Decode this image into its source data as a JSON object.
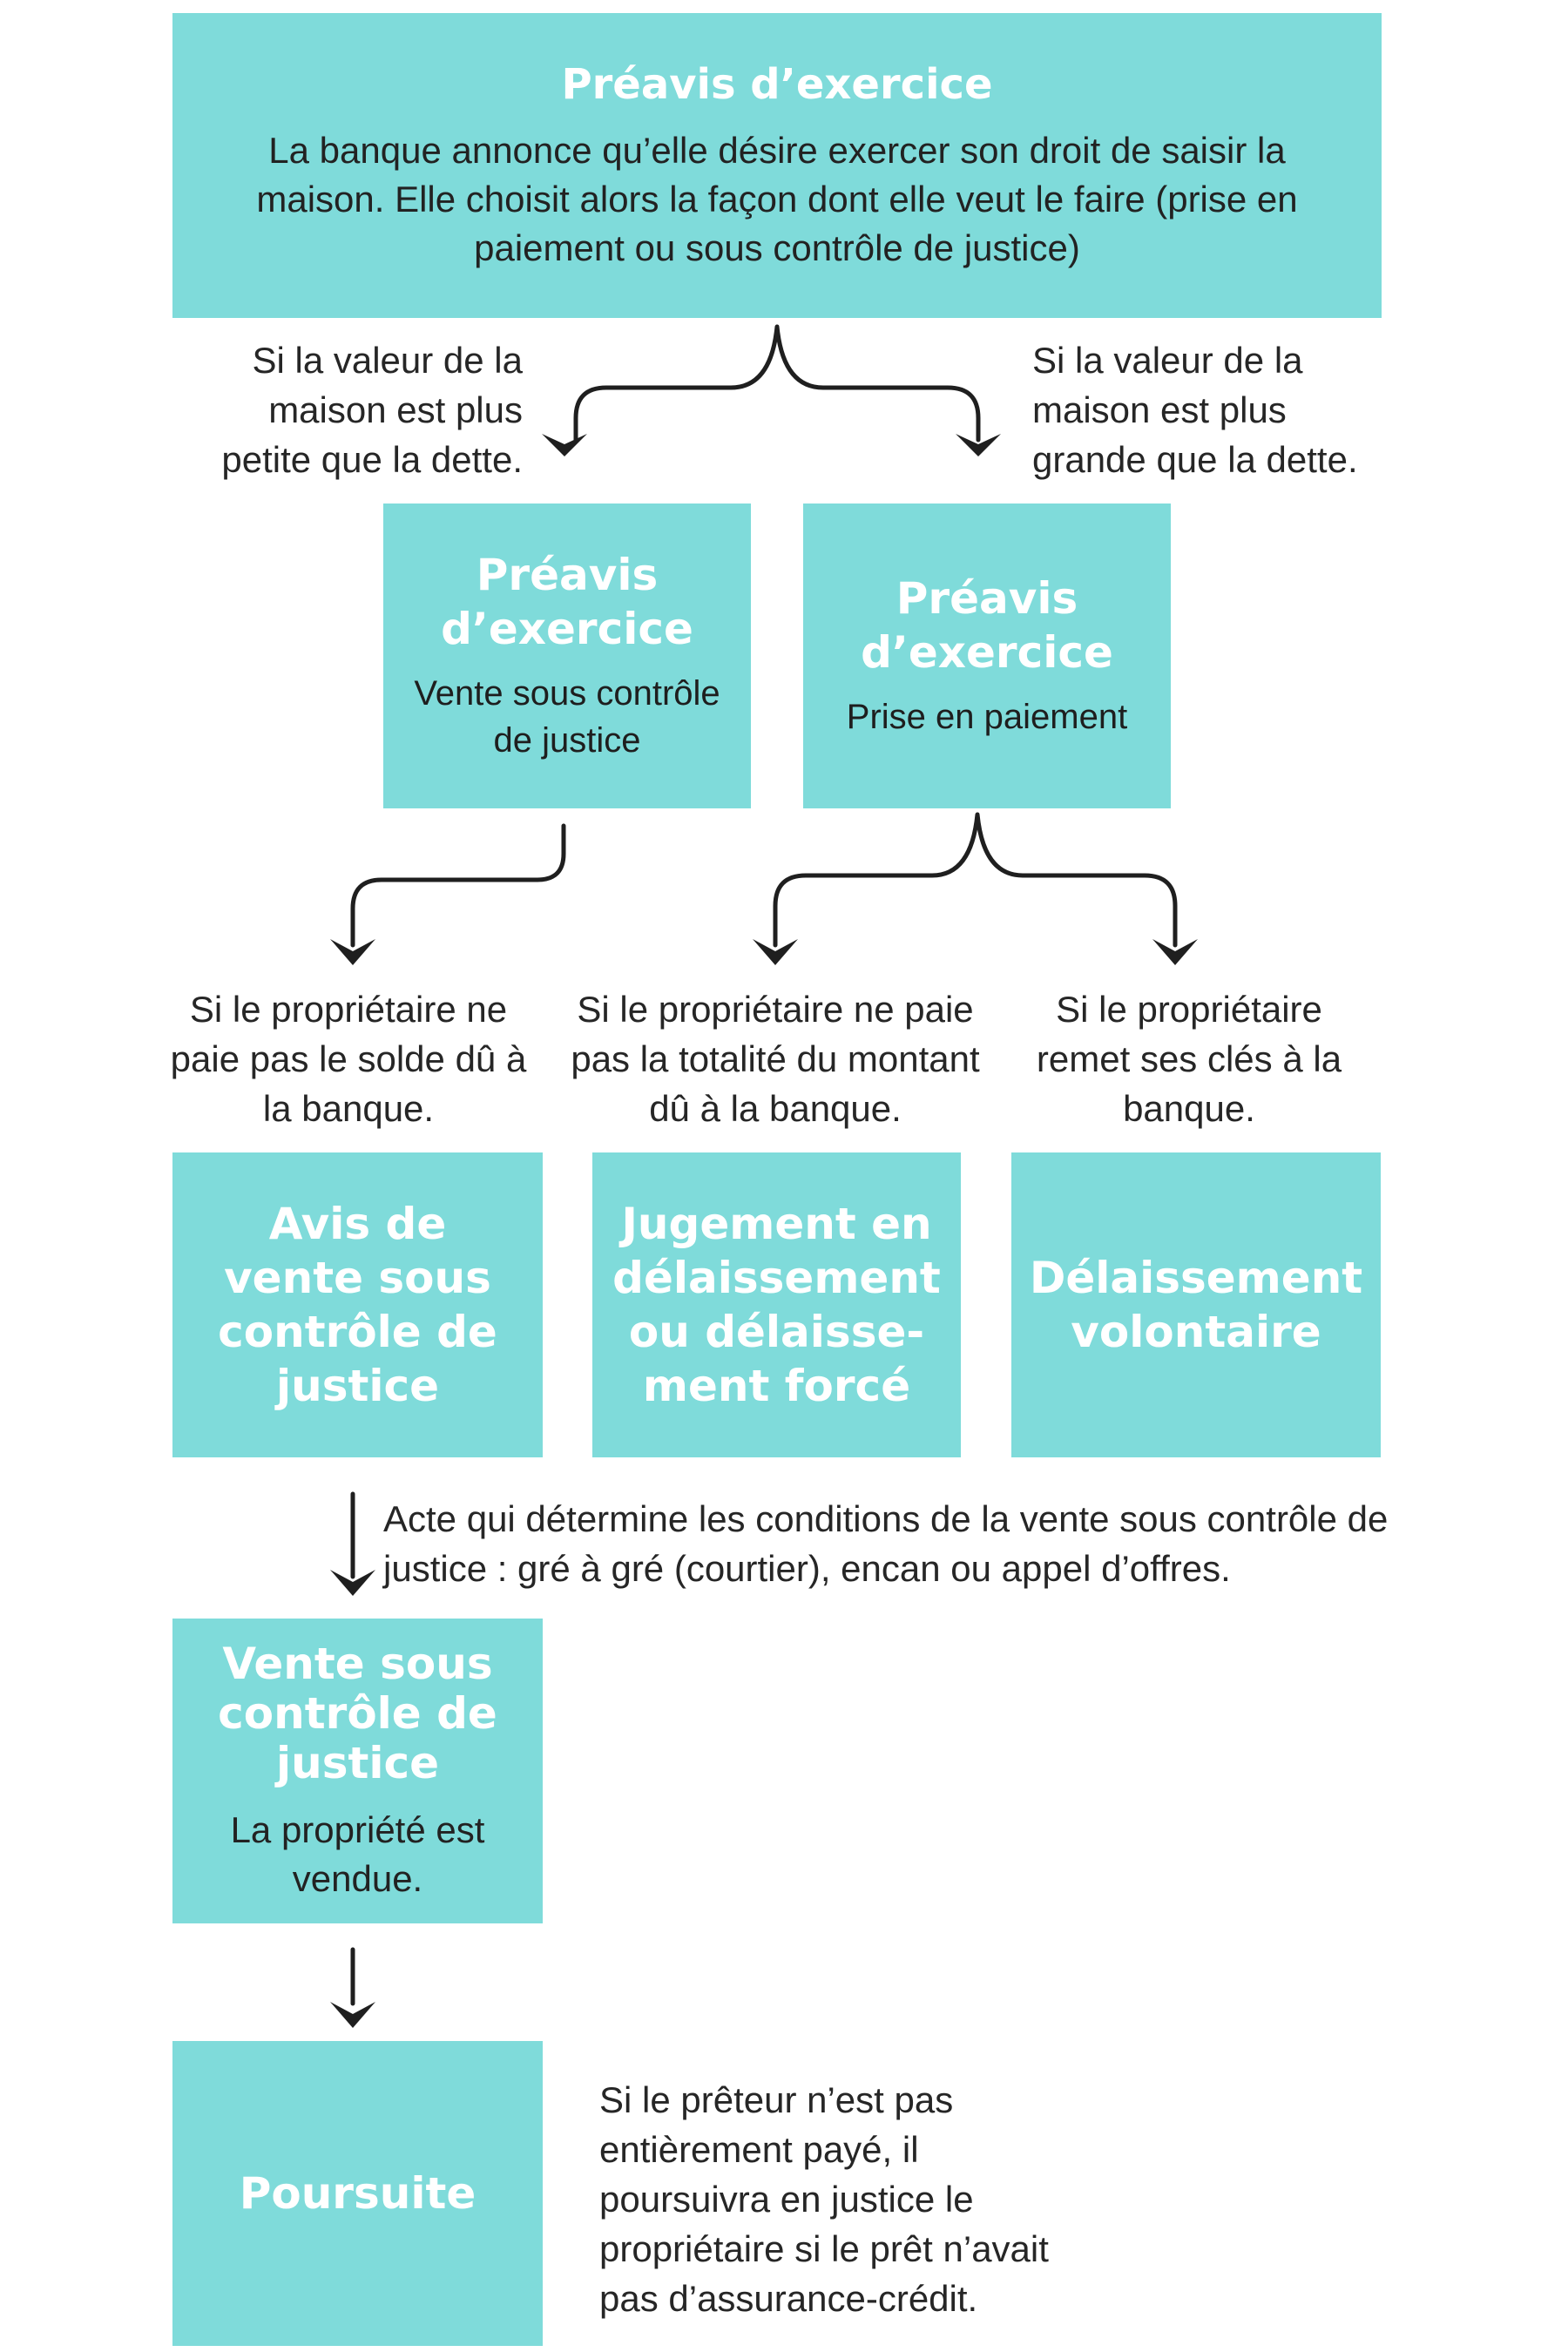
{
  "top_box": {
    "title": "Préavis d’exercice",
    "body": "La banque annonce qu’elle désire exercer son droit de saisir la maison. Elle choisit alors la façon dont elle veut le faire (prise en paiement ou sous contrôle de justice)"
  },
  "branch_left_label": "Si la valeur de la maison est plus petite que la dette.",
  "branch_right_label": "Si la valeur de la maison est plus grande que la dette.",
  "box_judicial": {
    "title": "Préavis d’exercice",
    "subtitle": "Vente sous contrôle de justice"
  },
  "box_payment": {
    "title": "Préavis d’exercice",
    "subtitle": "Prise en paiement"
  },
  "cond_balance": "Si le propriétaire ne paie pas le solde dû à la banque.",
  "cond_total": "Si le propriétaire ne paie pas la totalité du montant dû à la banque.",
  "cond_keys": "Si le propriétaire remet ses clés à la banque.",
  "box_notice_sale": {
    "title": "Avis de vente sous contrôle de justice"
  },
  "box_forced": {
    "title": "Jugement en délaissement ou délaisse-ment forcé"
  },
  "box_voluntary": {
    "title": "Délaissement volontaire"
  },
  "act_note": "Acte qui détermine les conditions de la vente sous contrôle de justice : gré à gré (courtier), encan ou appel d’offres.",
  "box_sale": {
    "title": "Vente sous contrôle de justice",
    "body": "La propriété est vendue."
  },
  "box_pursuit": {
    "title": "Poursuite"
  },
  "pursuit_note": "Si le prêteur n’est pas entièrement payé, il poursuivra en justice le propriétaire si le prêt n’avait pas d’assurance-crédit.",
  "colors": {
    "box": "#7fdbda",
    "title": "#ffffff",
    "text": "#222222",
    "connector": "#1f1f1f"
  }
}
